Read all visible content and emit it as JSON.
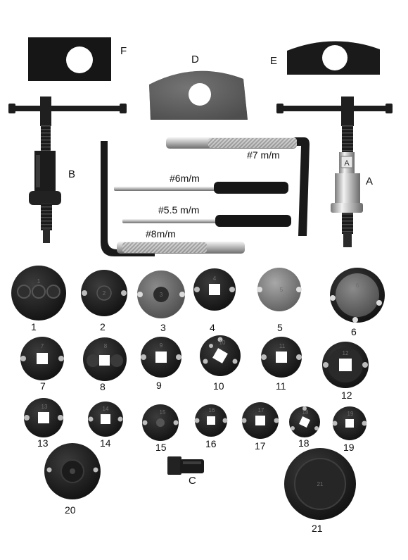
{
  "letters": {
    "F": "F",
    "D": "D",
    "E": "E",
    "B": "B",
    "A": "A",
    "C": "C"
  },
  "sleeve_letter": "A",
  "rod_labels": {
    "r7": "#7 m/m",
    "r6": "#6m/m",
    "r55": "#5.5 m/m",
    "r8": "#8m/m"
  },
  "adapters": [
    {
      "num": "1",
      "stamp": "1"
    },
    {
      "num": "2",
      "stamp": "2"
    },
    {
      "num": "3",
      "stamp": "3"
    },
    {
      "num": "4",
      "stamp": "4"
    },
    {
      "num": "5",
      "stamp": "5"
    },
    {
      "num": "6",
      "stamp": "6"
    },
    {
      "num": "7",
      "stamp": "7"
    },
    {
      "num": "8",
      "stamp": "8"
    },
    {
      "num": "9",
      "stamp": "9"
    },
    {
      "num": "10",
      "stamp": "10"
    },
    {
      "num": "11",
      "stamp": "11"
    },
    {
      "num": "12",
      "stamp": "12"
    },
    {
      "num": "13",
      "stamp": "13"
    },
    {
      "num": "14",
      "stamp": "14"
    },
    {
      "num": "15",
      "stamp": "15"
    },
    {
      "num": "16",
      "stamp": "16"
    },
    {
      "num": "17",
      "stamp": "17"
    },
    {
      "num": "18",
      "stamp": "18"
    },
    {
      "num": "19",
      "stamp": "19"
    },
    {
      "num": "20",
      "stamp": ""
    },
    {
      "num": "21",
      "stamp": "21"
    }
  ]
}
